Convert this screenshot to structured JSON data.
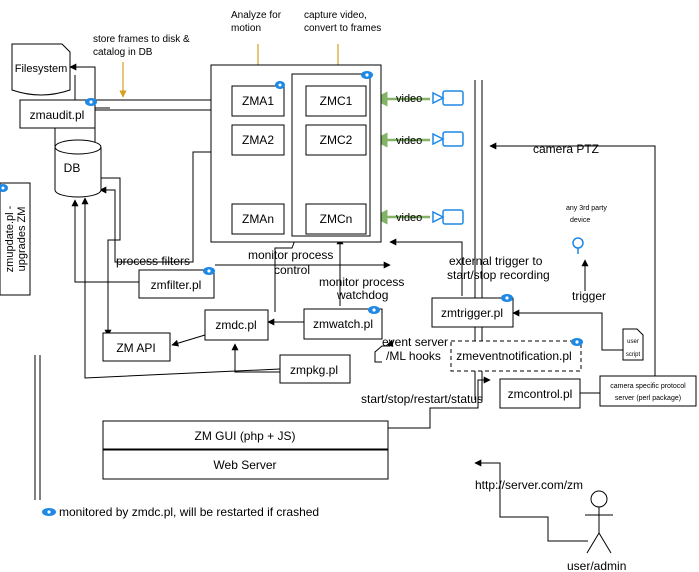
{
  "nodes": {
    "filesystem": "Filesystem",
    "zmaudit": "zmaudit.pl",
    "db": "DB",
    "zmupdate_1": "zmupdate.pl -",
    "zmupdate_2": "upgrades ZM",
    "zma1": "ZMA1",
    "zma2": "ZMA2",
    "zman": "ZMAn",
    "zmc1": "ZMC1",
    "zmc2": "ZMC2",
    "zmcn": "ZMCn",
    "zmfilter": "zmfilter.pl",
    "zmapi": "ZM API",
    "zmdc": "zmdc.pl",
    "zmwatch": "zmwatch.pl",
    "zmpkg": "zmpkg.pl",
    "zmeventnotification": "zmeventnotification.pl",
    "zmtrigger": "zmtrigger.pl",
    "zmcontrol": "zmcontrol.pl",
    "protocol_server_1": "camera specific protocol",
    "protocol_server_2": "server (perl package)",
    "zmgui": "ZM GUI (php + JS)",
    "webserver": "Web Server",
    "user_script_1": "user",
    "user_script_2": "script",
    "third_party_1": "any 3rd party",
    "third_party_2": "device",
    "user_admin": "user/admin"
  },
  "labels": {
    "store_frames_1": "store frames to disk &",
    "store_frames_2": "catalog in DB",
    "analyze_1": "Analyze for",
    "analyze_2": "motion",
    "capture_1": "capture video,",
    "capture_2": "convert to frames",
    "video_1": "video",
    "video_2": "video",
    "video_3": "video",
    "camera_ptz": "camera PTZ",
    "process_filters": "process filters",
    "monitor_process_control_1": "monitor process",
    "monitor_process_control_2": "control",
    "monitor_process_watchdog_1": "monitor process",
    "monitor_process_watchdog_2": "watchdog",
    "external_trigger_1": "external trigger  to",
    "external_trigger_2": "start/stop recording",
    "trigger": "trigger",
    "event_server_1": "event server",
    "event_server_2": "/ML hooks",
    "start_stop": "start/stop/restart/status",
    "url": "http://server.com/zm",
    "legend": "monitored by zmdc.pl, will be restarted if crashed"
  },
  "colors": {
    "monitor_icon": "#1e88e5",
    "camera_icon": "#1e88e5",
    "video_arrow": "#82b366",
    "annotation_arrow": "#d6a020"
  },
  "icons": {
    "monitored": "eye-icon",
    "camera": "camera-icon",
    "bulb": "lightbulb-icon",
    "person": "person-icon"
  }
}
